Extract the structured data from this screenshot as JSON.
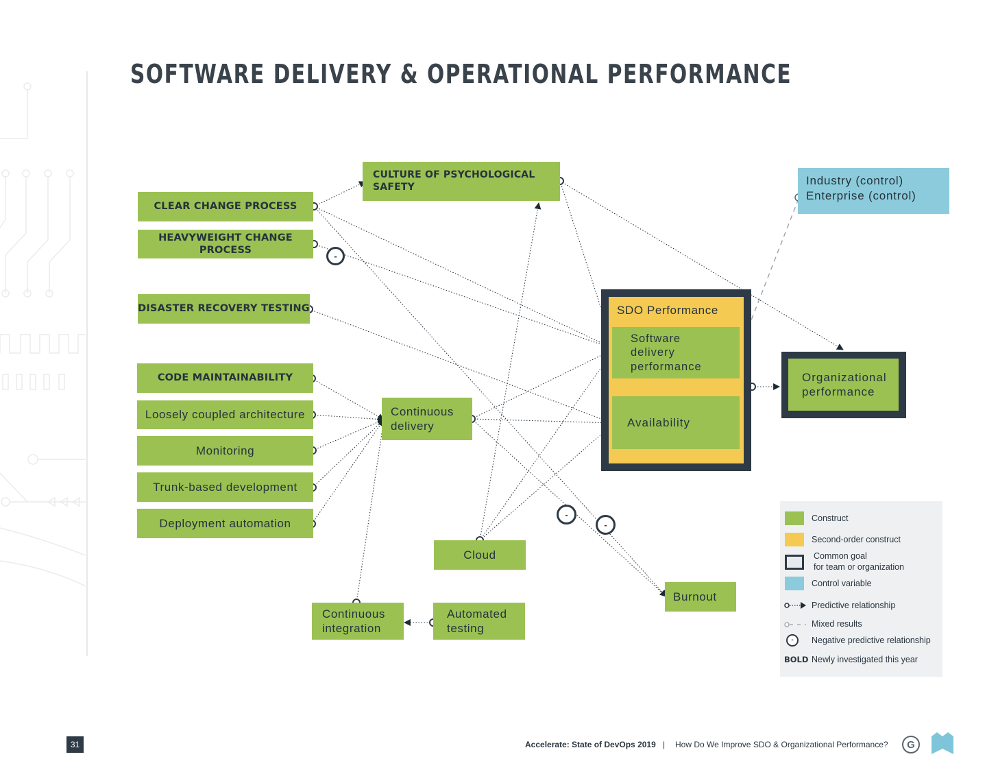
{
  "title": "SOFTWARE DELIVERY & OPERATIONAL PERFORMANCE",
  "nodes": {
    "clear_change": "CLEAR CHANGE PROCESS",
    "heavyweight_change": "HEAVYWEIGHT CHANGE PROCESS",
    "disaster_recovery": "DISASTER RECOVERY TESTING",
    "code_maintainability": "CODE MAINTAINABILITY",
    "loosely_coupled": "Loosely coupled architecture",
    "monitoring": "Monitoring",
    "trunk_based": "Trunk-based development",
    "deployment_automation": "Deployment automation",
    "culture": "CULTURE OF PSYCHOLOGICAL SAFETY",
    "continuous_delivery": "Continuous delivery",
    "cloud": "Cloud",
    "continuous_integration": "Continuous integration",
    "automated_testing": "Automated testing",
    "sdo_title": "SDO Performance",
    "software_delivery_performance": "Software delivery performance",
    "availability": "Availability",
    "organizational_performance": "Organizational performance",
    "industry_control": "Industry (control)",
    "enterprise_control": "Enterprise (control)",
    "burnout": "Burnout"
  },
  "negative_marker": "-",
  "legend": {
    "construct": "Construct",
    "second_order": "Second-order construct",
    "common_goal_1": "Common goal",
    "common_goal_2": "for team or organization",
    "control_variable": "Control variable",
    "predictive": "Predictive relationship",
    "mixed": "Mixed results",
    "negative": "Negative predictive relationship",
    "bold_sample": "BOLD",
    "newly": "Newly investigated this year"
  },
  "colors": {
    "construct": "#9bc153",
    "second_order": "#f4ca52",
    "common_goal_frame": "#2e3a45",
    "control_variable": "#8ccbdb"
  },
  "footer": {
    "page_number": "31",
    "report": "Accelerate: State of DevOps 2019",
    "separator": "|",
    "section": "How Do We Improve SDO & Organizational Performance?",
    "logo_letter": "G"
  }
}
